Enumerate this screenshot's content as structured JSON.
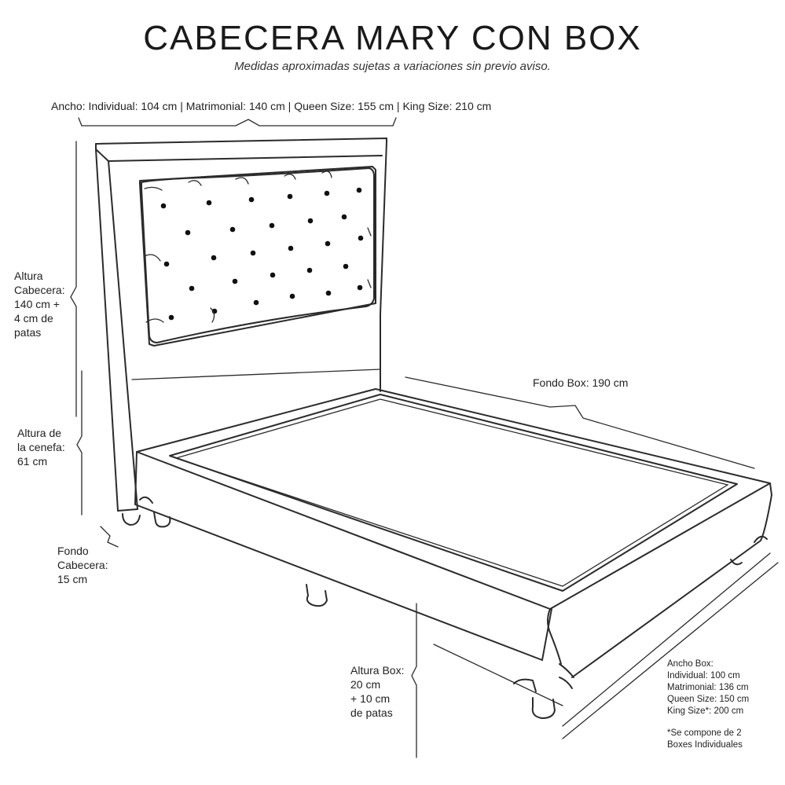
{
  "header": {
    "title": "CABECERA MARY CON BOX",
    "subtitle": "Medidas aproximadas sujetas a variaciones sin previo aviso."
  },
  "labels": {
    "ancho": "Ancho: Individual: 104 cm | Matrimonial: 140 cm | Queen Size: 155 cm | King Size: 210 cm",
    "altura_cabecera": [
      "Altura",
      "Cabecera:",
      "140 cm +",
      "4 cm de",
      "patas"
    ],
    "altura_cenefa": [
      "Altura de",
      "la cenefa:",
      "61 cm"
    ],
    "fondo_cabecera": [
      "Fondo",
      "Cabecera:",
      "15 cm"
    ],
    "fondo_box": "Fondo Box: 190 cm",
    "altura_box": [
      "Altura Box:",
      "20 cm",
      "+ 10 cm",
      "de patas"
    ],
    "ancho_box": [
      "Ancho Box:",
      "Individual: 100 cm",
      "Matrimonial: 136 cm",
      "Queen Size: 150 cm",
      "King Size*: 200 cm"
    ],
    "nota": [
      "*Se compone de 2",
      "Boxes Individuales"
    ]
  },
  "colors": {
    "line": "#2b2b2b",
    "text": "#222222",
    "background": "#ffffff"
  }
}
